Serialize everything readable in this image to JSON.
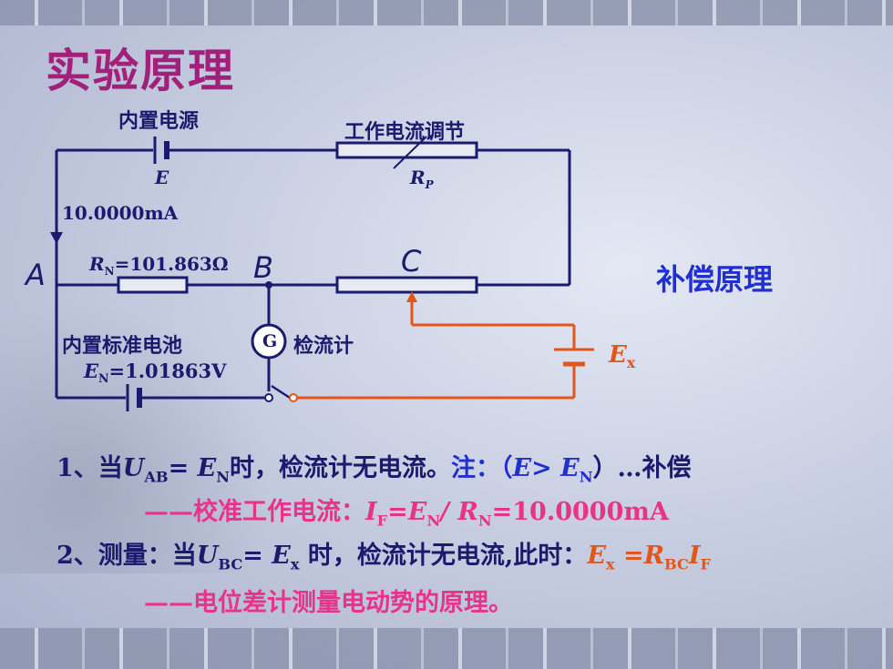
{
  "title": "实验原理",
  "circuit": {
    "source_label": "内置电源",
    "source_symbol": "E",
    "rheostat_label": "工作电流调节",
    "rheostat_symbol": "R",
    "rheostat_sub": "P",
    "current": "10.0000mA",
    "node_a": "A",
    "node_b": "B",
    "node_c": "C",
    "rn_symbol": "R",
    "rn_sub": "N",
    "rn_value": "=101.863Ω",
    "std_cell_label": "内置标准电池",
    "en_symbol": "E",
    "en_sub": "N",
    "en_value": "=1.01863V",
    "galvo_symbol": "G",
    "galvo_label": "检流计",
    "ex_symbol": "E",
    "ex_sub": "x"
  },
  "side_title": "补偿原理",
  "colors": {
    "title": "#a0207a",
    "navy": "#1a1a6e",
    "blue": "#1f2fd0",
    "orange": "#e2561b",
    "pink": "#e8338a"
  },
  "lines": {
    "l1_a": "1、当",
    "l1_u": "U",
    "l1_u_sub": "AB",
    "l1_eq": "= ",
    "l1_e": "E",
    "l1_e_sub": "N",
    "l1_b": "时，检流计无电流。",
    "l1_note": "注：",
    "l1_c": "（",
    "l1_e2": "E",
    "l1_gt": "> ",
    "l1_e3": "E",
    "l1_e3_sub": "N",
    "l1_d": "）…补偿",
    "l2_a": "——校准工作电流：",
    "l2_formula": "I",
    "l2_f_sub": "F",
    "l2_eq1": "=E",
    "l2_en_sub": "N",
    "l2_div": "/ R",
    "l2_rn_sub": "N",
    "l2_val": "=10.0000mA",
    "l3_a": "2、测量：当",
    "l3_u": "U",
    "l3_u_sub": "BC",
    "l3_eq": "= ",
    "l3_e": "E",
    "l3_e_sub": "x",
    "l3_b": " 时，检流计无电流,此时：",
    "l3_ex": "E",
    "l3_ex_sub": "x",
    "l3_eq2": " =R",
    "l3_rbc_sub": "BC",
    "l3_i": "I",
    "l3_i_sub": "F",
    "l4_a": "——电位差计测量电动势的原理。"
  }
}
